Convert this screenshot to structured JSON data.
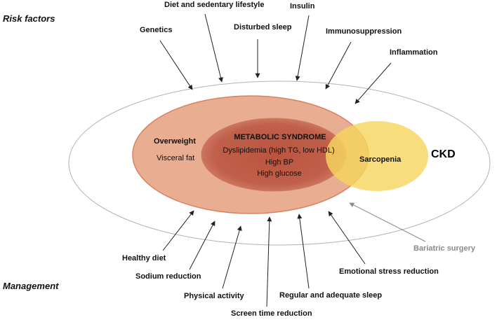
{
  "sections": {
    "risk_factors": "Risk factors",
    "management": "Management"
  },
  "regions": {
    "ckd": "CKD",
    "overweight": "Overweight",
    "visceral_fat": "Visceral fat",
    "metabolic_syndrome": "METABOLIC SYNDROME",
    "dyslipidemia": "Dyslipidemia (high TG,  low HDL)",
    "high_bp": "High BP",
    "high_glucose": "High glucose",
    "sarcopenia": "Sarcopenia"
  },
  "risk_factors": [
    {
      "id": "genetics",
      "label": "Genetics"
    },
    {
      "id": "diet",
      "label": "Diet and sedentary lifestyle"
    },
    {
      "id": "disturbed-sleep",
      "label": "Disturbed sleep"
    },
    {
      "id": "insulin",
      "label": "Insulin"
    },
    {
      "id": "immunosuppression",
      "label": "Immunosuppression"
    },
    {
      "id": "inflammation",
      "label": "Inflammation"
    }
  ],
  "management": [
    {
      "id": "healthy-diet",
      "label": "Healthy diet"
    },
    {
      "id": "sodium-reduction",
      "label": "Sodium reduction"
    },
    {
      "id": "physical-activity",
      "label": "Physical activity"
    },
    {
      "id": "screen-time",
      "label": "Screen time reduction"
    },
    {
      "id": "sleep",
      "label": "Regular and adequate sleep"
    },
    {
      "id": "stress",
      "label": "Emotional stress reduction"
    },
    {
      "id": "bariatric",
      "label": "Bariatric surgery"
    }
  ],
  "colors": {
    "ckd_outline": "#b3b3b3",
    "overweight_fill": "#e9ad91",
    "overweight_stroke": "#d9825e",
    "metabolic_fill": "#c0604a",
    "sarcopenia_fill": "#f5d55e",
    "arrow": "#222222",
    "arrow_gray": "#8a8a8a"
  }
}
